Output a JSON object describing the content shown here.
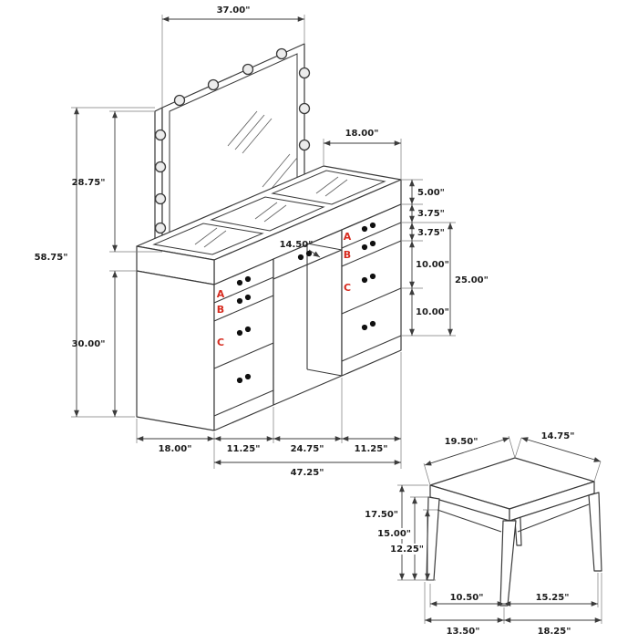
{
  "drawing": {
    "type": "furniture-dimension-diagram",
    "colors": {
      "line": "#3a3a3a",
      "dim_text": "#1c1c1c",
      "accent_red": "#d62b1f",
      "background": "#ffffff"
    }
  },
  "vanity": {
    "dim_mirror_width": "37.00\"",
    "dim_mirror_height": "28.75\"",
    "dim_total_height": "58.75\"",
    "dim_base_height": "30.00\"",
    "dim_top_depth": "18.00\"",
    "dim_top_height": "5.00\"",
    "dim_drawer_a": "3.75\"",
    "dim_drawer_b": "3.75\"",
    "dim_drawer_c": "10.00\"",
    "dim_drawer_d": "10.00\"",
    "dim_drawer_stack": "25.00\"",
    "dim_center_drawer": "14.50\"",
    "dim_side_depth": "18.00\"",
    "dim_left_pedestal": "11.25\"",
    "dim_kneehole": "24.75\"",
    "dim_right_pedestal": "11.25\"",
    "dim_total_width": "47.25\"",
    "label_a": "A",
    "label_b": "B",
    "label_c": "C"
  },
  "stool": {
    "dim_seat_depth": "19.50\"",
    "dim_seat_width": "14.75\"",
    "dim_total_height": "17.50\"",
    "dim_seat_height": "15.00\"",
    "dim_apron_height": "12.25\"",
    "dim_feet_front_left": "10.50\"",
    "dim_feet_front_right": "15.25\"",
    "dim_base_left": "13.50\"",
    "dim_base_right": "18.25\""
  }
}
